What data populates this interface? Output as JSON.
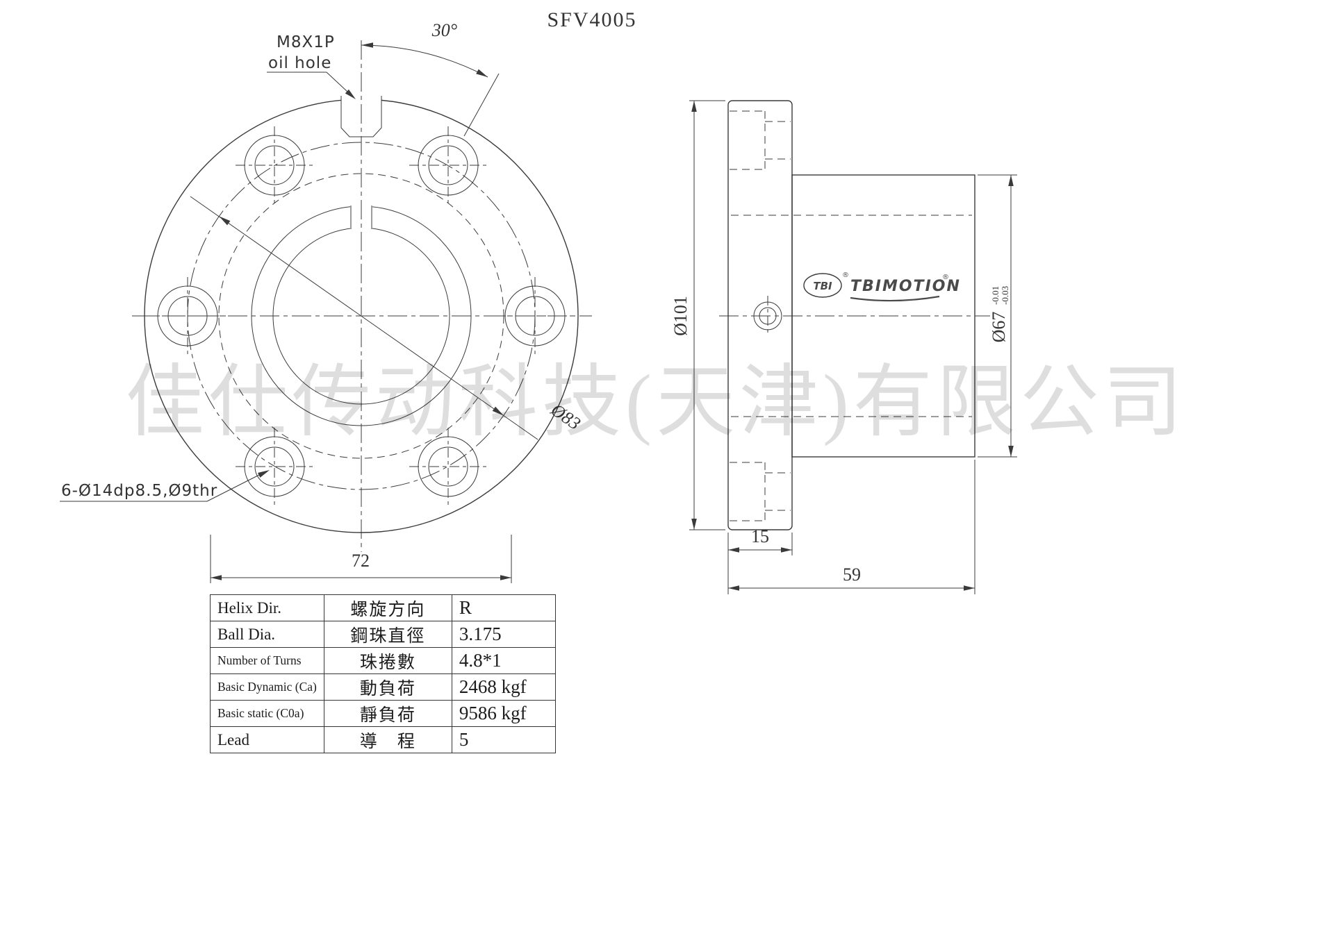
{
  "title": "SFV4005",
  "watermark": "佳仕传动科技(天津)有限公司",
  "front_view": {
    "oil_hole_label_line1": "M8X1P",
    "oil_hole_label_line2": "oil hole",
    "angle_label": "30°",
    "bolt_circle_label": "Ø83",
    "holes_label": "6-Ø14dp8.5,Ø9thr",
    "width_label": "72"
  },
  "side_view": {
    "flange_dia_label": "Ø101",
    "body_dia_label": "Ø67",
    "body_dia_tol_upper": "-0.01",
    "body_dia_tol_lower": "-0.03",
    "flange_thickness_label": "15",
    "total_length_label": "59",
    "logo_tbi": "TBI",
    "logo_name": "TBIMOTION",
    "logo_reg": "®"
  },
  "spec_table": {
    "rows": [
      {
        "en": "Helix  Dir.",
        "zh": "螺旋方向",
        "value": "R"
      },
      {
        "en": "Ball Dia.",
        "zh": "鋼珠直徑",
        "value": "3.175"
      },
      {
        "en": "Number of Turns",
        "zh": "珠捲數",
        "value": "4.8*1"
      },
      {
        "en": "Basic Dynamic (Ca)",
        "zh": "動負荷",
        "value": "2468 kgf"
      },
      {
        "en": "Basic static (C0a)",
        "zh": "靜負荷",
        "value": "9586 kgf"
      },
      {
        "en": "Lead",
        "zh": "導　程",
        "value": "5"
      }
    ]
  },
  "colors": {
    "line": "#3a3a3a",
    "watermark_gray": "#dcdcdc"
  }
}
